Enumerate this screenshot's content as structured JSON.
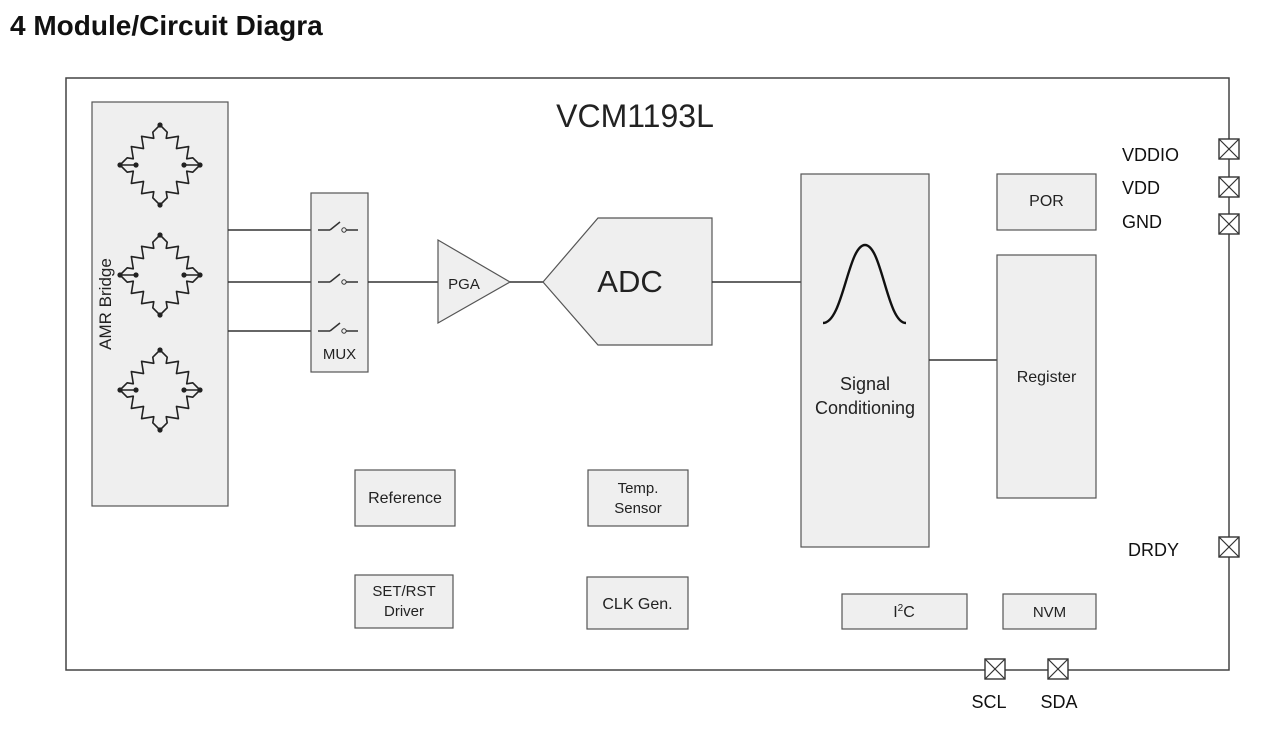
{
  "heading": "4  Module/Circuit Diagra",
  "chip": {
    "name": "VCM1193L",
    "blocks": {
      "amr_bridge": "AMR Bridge",
      "mux": "MUX",
      "pga": "PGA",
      "adc": "ADC",
      "signal_conditioning_line1": "Signal",
      "signal_conditioning_line2": "Conditioning",
      "por": "POR",
      "register": "Register",
      "reference": "Reference",
      "temp_sensor_line1": "Temp.",
      "temp_sensor_line2": "Sensor",
      "set_rst_line1": "SET/RST",
      "set_rst_line2": "Driver",
      "clk_gen": "CLK Gen.",
      "i2c_base": "I",
      "i2c_sup": "2",
      "i2c_tail": "C",
      "nvm": "NVM"
    },
    "pins": {
      "vddio": "VDDIO",
      "vdd": "VDD",
      "gnd": "GND",
      "drdy": "DRDY",
      "scl": "SCL",
      "sda": "SDA"
    }
  },
  "icons": [
    "pin-terminal-icon",
    "switch-icon",
    "resistor-bridge-icon",
    "gaussian-curve-icon"
  ]
}
